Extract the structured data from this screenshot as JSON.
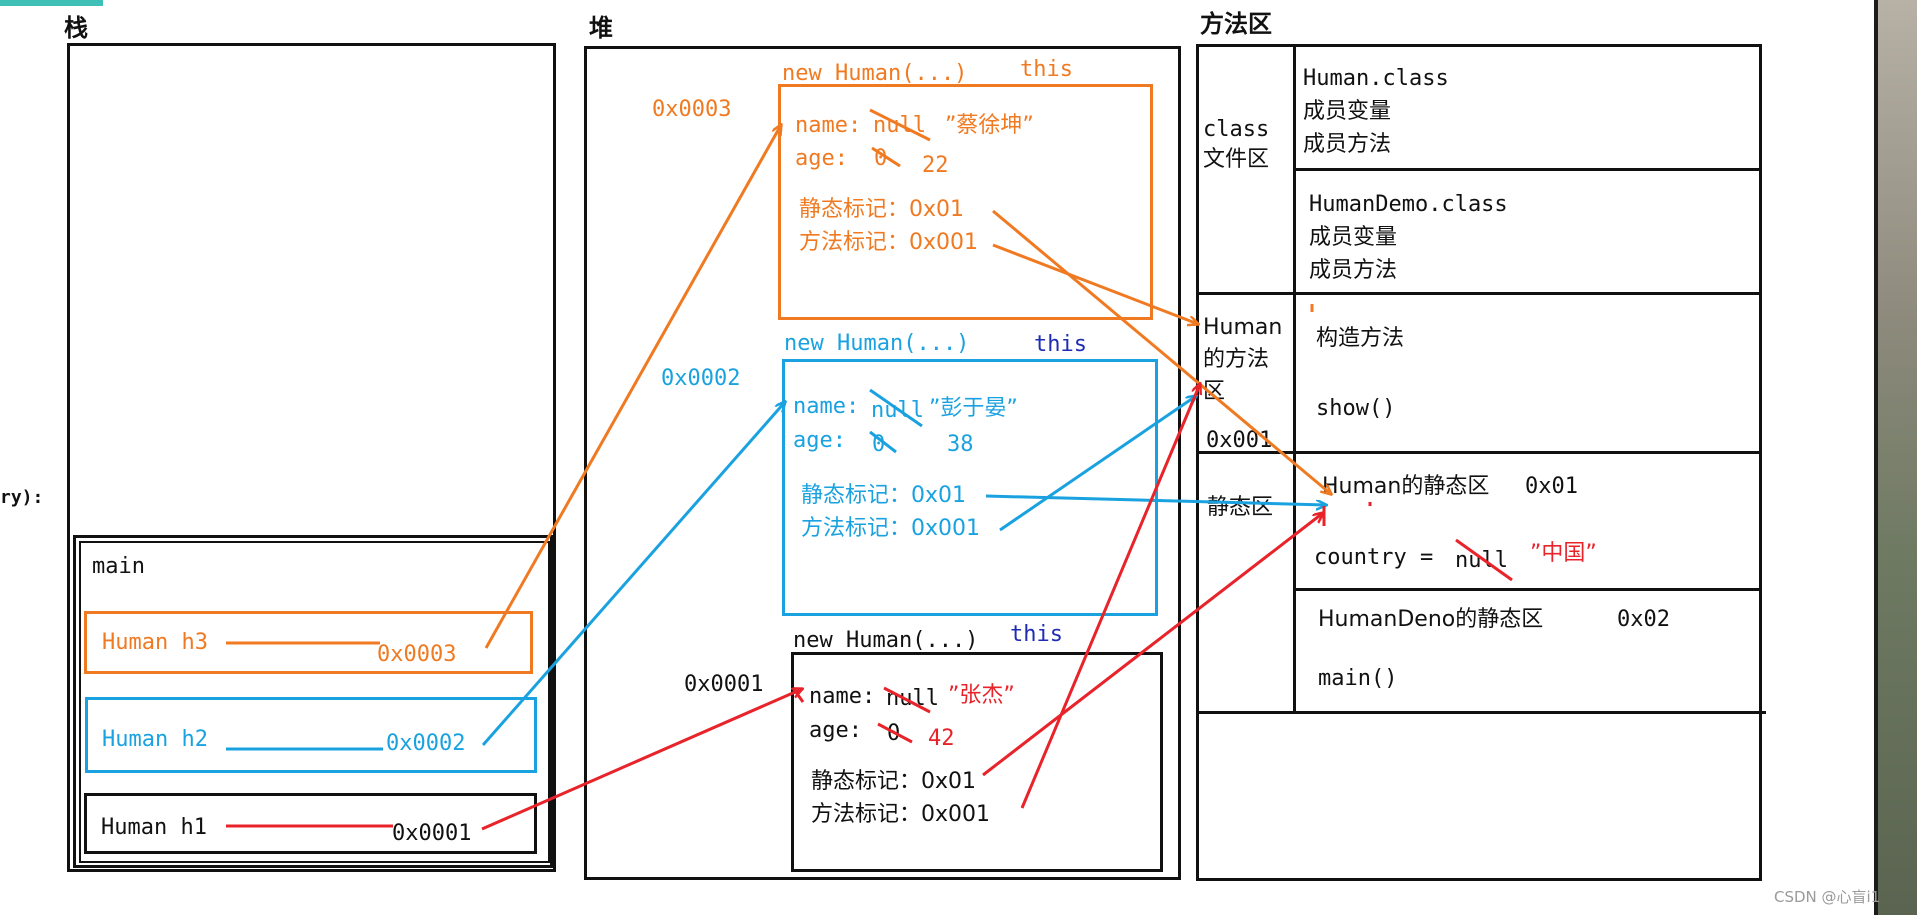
{
  "sections": {
    "stack": "栈",
    "heap": "堆",
    "method_area": "方法区"
  },
  "left_edge_fragment": "ry):",
  "stack": {
    "frame": "main",
    "vars": [
      {
        "label": "Human h3",
        "value": "0x0003",
        "color": "#f07a22"
      },
      {
        "label": "Human h2",
        "value": "0x0002",
        "color": "#1aa2e0"
      },
      {
        "label": "Human h1",
        "value": "0x0001",
        "color": "#e8232a"
      }
    ]
  },
  "heap": {
    "objects": [
      {
        "title": "new Human(...)",
        "this_label": "this",
        "address": "0x0003",
        "name_label": "name:",
        "name_old": "null",
        "name_new": "”蔡徐坤”",
        "age_label": "age:",
        "age_old": "0",
        "age_new": "22",
        "static_mark": "静态标记：0x01",
        "method_mark": "方法标记：0x001",
        "color": "#f07a22"
      },
      {
        "title": "new Human(...)",
        "this_label": "this",
        "address": "0x0002",
        "name_label": "name:",
        "name_old": "null",
        "name_new": "”彭于晏”",
        "age_label": "age:",
        "age_old": "0",
        "age_new": "38",
        "static_mark": "静态标记：0x01",
        "method_mark": "方法标记：0x001",
        "color": "#1aa2e0"
      },
      {
        "title": "new Human(...)",
        "this_label": "this",
        "address": "0x0001",
        "name_label": "name:",
        "name_old": "null",
        "name_new": "”张杰”",
        "age_label": "age:",
        "age_old": "0",
        "age_new": "42",
        "static_mark": "静态标记：0x01",
        "method_mark": "方法标记：0x001",
        "color": "#e8232a"
      }
    ]
  },
  "method_area": {
    "class_area_label": "class\n文件区",
    "human_class": [
      "Human.class",
      "成员变量",
      "成员方法"
    ],
    "humandemo_class": [
      "HumanDemo.class",
      "成员变量",
      "成员方法"
    ],
    "human_method_area_label": "Human\n的方法\n区",
    "human_method_area_addr": "0x001",
    "human_methods": [
      "构造方法",
      "show()"
    ],
    "static_area_label": "静态区",
    "human_static_title": "Human的静态区",
    "human_static_addr": "0x01",
    "country_label": "country = ",
    "country_old": "null",
    "country_new": "”中国”",
    "humandemo_static_title": "HumanDeno的静态区",
    "humandemo_static_addr": "0x02",
    "humandemo_static_method": "main()"
  },
  "watermark": "CSDN @心盲i1",
  "colors": {
    "orange": "#f07a22",
    "blue": "#1aa2e0",
    "red": "#e8232a",
    "navy": "#1f2bb5",
    "black": "#111111"
  }
}
